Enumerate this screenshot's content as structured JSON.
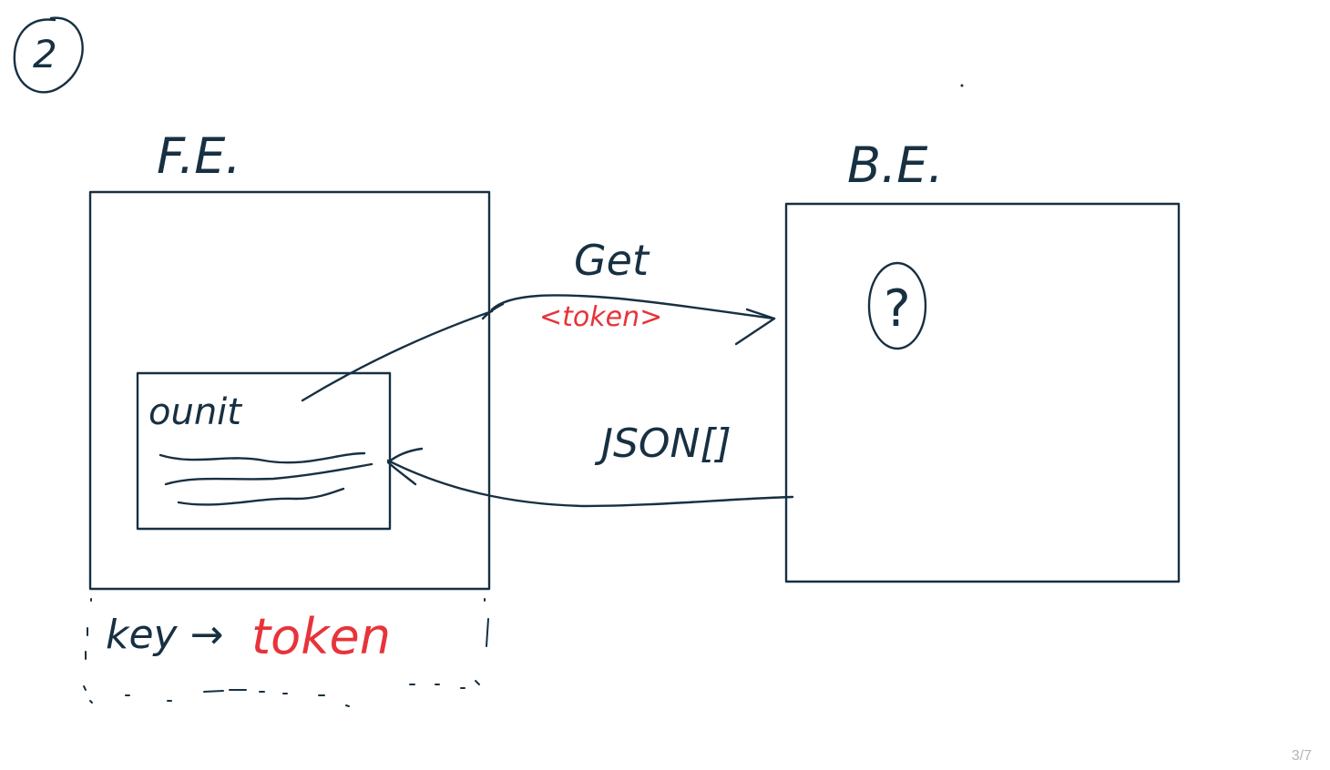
{
  "step_number": "2",
  "frontend": {
    "label": "F.E.",
    "inner_box_title": "ounit"
  },
  "backend": {
    "label": "B.E.",
    "step_marker": "?"
  },
  "request": {
    "method_label": "Get",
    "token_label": "<token>"
  },
  "response": {
    "label": "JSON[]"
  },
  "storage": {
    "key_label": "key →",
    "value_label": "token"
  },
  "page_indicator": "3/7"
}
